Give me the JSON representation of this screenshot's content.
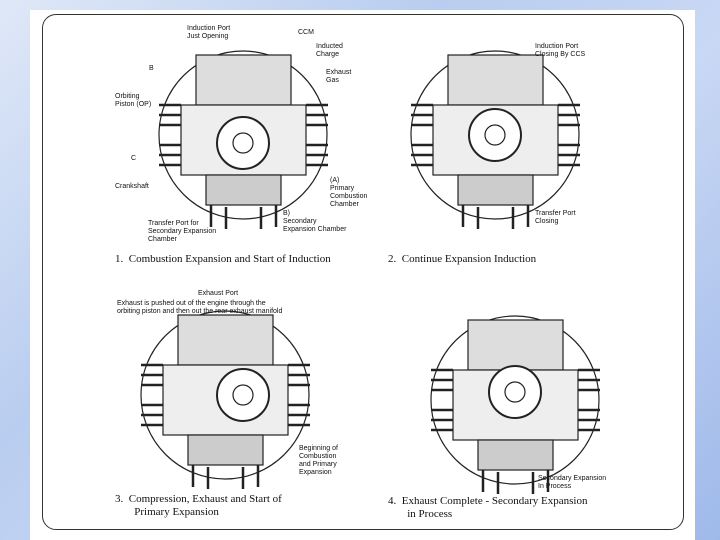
{
  "panels": [
    {
      "caption": "1.  Combustion Expansion and Start of Induction",
      "labels": [
        "Induction Port\nJust Opening",
        "CCM",
        "Inducted\nCharge",
        "Exhaust\nGas",
        "B",
        "Orbiting\nPiston (OP)",
        "C",
        "Crankshaft",
        "(A)\nPrimary\nCombustion\nChamber",
        "B)\nSecondary\nExpansion Chamber",
        "Transfer Port for\nSecondary Expansion\nChamber"
      ]
    },
    {
      "caption": "2.  Continue Expansion Induction",
      "labels": [
        "Induction Port\nClosing By CCS",
        "Transfer Port\nClosing"
      ]
    },
    {
      "caption": "3.  Compression, Exhaust and Start of\n       Primary Expansion",
      "labels": [
        "Exhaust Port",
        "Exhaust is pushed out of the engine through the\norbiting piston and then out the rear exhaust manifold",
        "Beginning of\nCombustion\nand Primary\nExpansion"
      ]
    },
    {
      "caption": "4.  Exhaust Complete - Secondary Expansion\n       in Process",
      "labels": [
        "Secondary Expansion\nIn Process"
      ]
    }
  ]
}
